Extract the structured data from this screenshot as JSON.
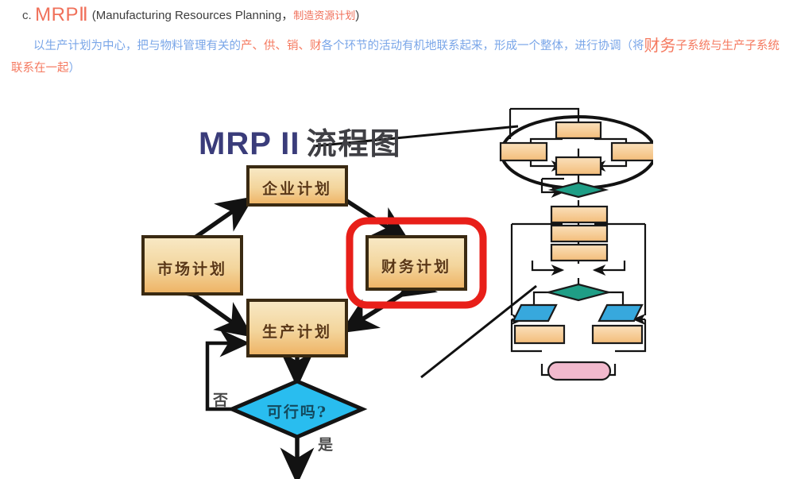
{
  "heading": {
    "bullet": "c.",
    "acronym": "MRPⅡ",
    "open_paren": "(",
    "english": "Manufacturing Resources Planning",
    "comma": "，",
    "chinese": "制造资源计划",
    "close_paren": ")"
  },
  "paragraph": {
    "seg1": "以生产计划为中心，把与物料管理有关的",
    "seg2_hot": "产、供、销、财",
    "seg3": "各个环节的活动有机地联系起来，形成一个整体，进行协调（将",
    "seg4_hot_big": "财务",
    "seg5_hot": "子系统与生产子系统联系在一起",
    "seg6": "）"
  },
  "figure": {
    "title_en": "MRP II",
    "title_cn": "流程图",
    "boxes": [
      {
        "id": "enterprise-plan",
        "label": "企业计划"
      },
      {
        "id": "market-plan",
        "label": "市场计划"
      },
      {
        "id": "finance-plan",
        "label": "财务计划"
      },
      {
        "id": "production-plan",
        "label": "生产计划"
      }
    ],
    "decision": {
      "id": "feasible",
      "label": "可行吗?"
    },
    "branches": {
      "no": "否",
      "yes": "是"
    },
    "colors": {
      "box_fill_top": "#f7e3b6",
      "box_fill_bottom": "#f0b768",
      "box_border": "#3a2a12",
      "diamond_fill": "#29bdef",
      "diamond_border": "#1a1a1a",
      "highlight_red": "#e81f19",
      "detail_box": "#f7c684",
      "detail_diamond": "#1f9e86",
      "detail_parallelogram": "#37a8dd",
      "detail_rounded": "#f2b9cd",
      "title_en": "#3a3c7a",
      "title_cn": "#3f3f44"
    }
  }
}
